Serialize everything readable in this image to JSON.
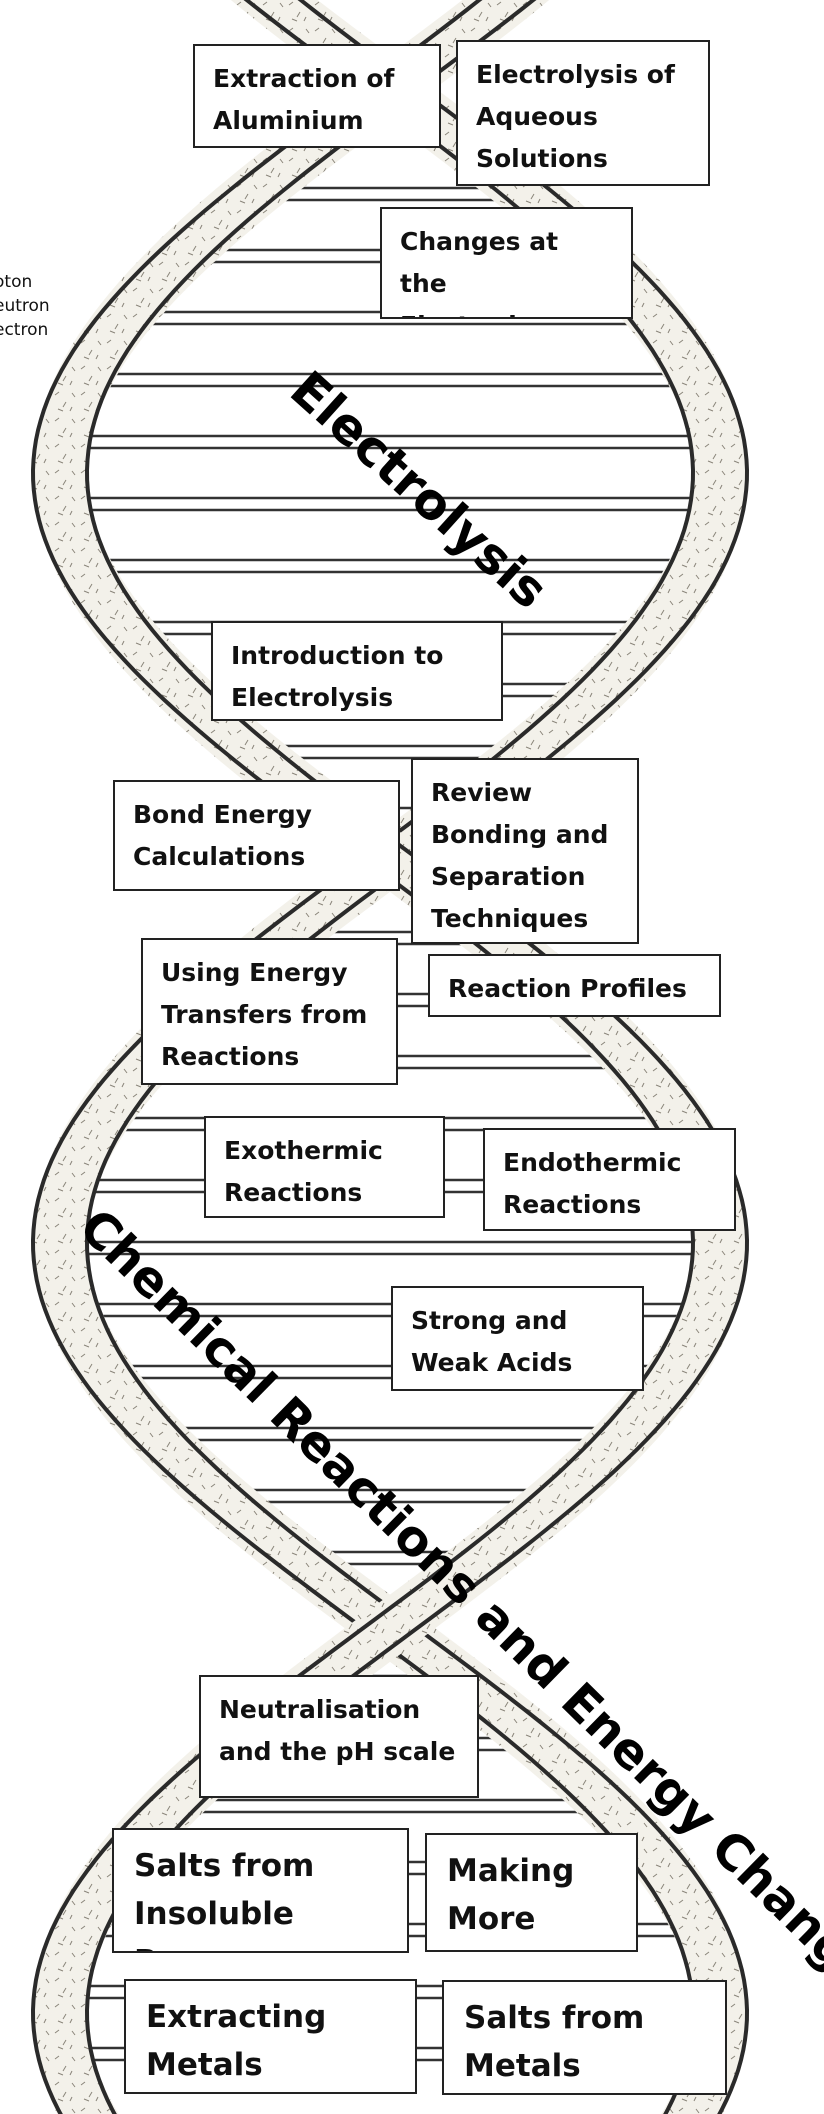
{
  "legend": [
    "oton",
    "eutron",
    "ectron"
  ],
  "strand_titles": {
    "electrolysis": "Electrolysis",
    "chemical": "Chemical Reactions and Energy Changes"
  },
  "topics": [
    {
      "id": "extraction-of-aluminium",
      "text": "Extraction of\nAluminium"
    },
    {
      "id": "electrolysis-of-aqueous-solutions",
      "text": "Electrolysis of\nAqueous\nSolutions"
    },
    {
      "id": "changes-at-the-electrodes",
      "text": "Changes at the\nElectrodes"
    },
    {
      "id": "introduction-to-electrolysis",
      "text": "Introduction to\nElectrolysis"
    },
    {
      "id": "bond-energy-calculations",
      "text": "Bond Energy\nCalculations"
    },
    {
      "id": "review-bonding",
      "text": "Review\nBonding and\nSeparation\nTechniques"
    },
    {
      "id": "using-energy-transfers",
      "text": "Using Energy\nTransfers from\nReactions"
    },
    {
      "id": "reaction-profiles",
      "text": "Reaction Profiles"
    },
    {
      "id": "exothermic-reactions",
      "text": "Exothermic\nReactions"
    },
    {
      "id": "endothermic-reactions",
      "text": "Endothermic\nReactions"
    },
    {
      "id": "strong-and-weak-acids",
      "text": "Strong and\nWeak Acids"
    },
    {
      "id": "neutralisation",
      "text": "Neutralisation\nand the pH scale"
    },
    {
      "id": "salts-from-insoluble-bases",
      "text": "Salts from\nInsoluble Bases"
    },
    {
      "id": "making-more-salts",
      "text": "Making\nMore Salts"
    },
    {
      "id": "extracting-metals",
      "text": "Extracting\nMetals"
    },
    {
      "id": "salts-from-metals",
      "text": "Salts from\nMetals"
    }
  ]
}
